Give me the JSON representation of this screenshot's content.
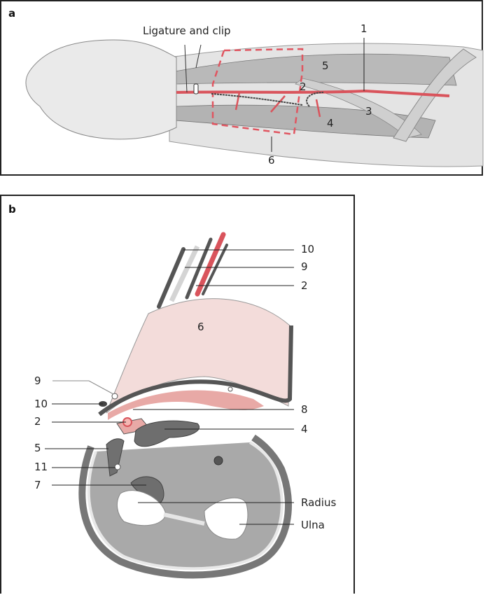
{
  "panels": {
    "a": {
      "label": "a",
      "caption_label": "Ligature and clip",
      "callouts": [
        "1",
        "2",
        "3",
        "4",
        "5",
        "6"
      ]
    },
    "b": {
      "label": "b",
      "callouts_right": [
        "10",
        "9",
        "2",
        "8",
        "4",
        "Radius",
        "Ulna"
      ],
      "callouts_left": [
        "9",
        "10",
        "2",
        "5",
        "11",
        "7"
      ],
      "center_label": "6"
    }
  },
  "colors": {
    "artery": "#d9545c",
    "vein": "#555555",
    "fascia": "#f1d6d4",
    "muscle": "#a7a7a7",
    "dark_muscle": "#6e6e6e",
    "bone": "#ffffff",
    "frame": "#222222"
  }
}
